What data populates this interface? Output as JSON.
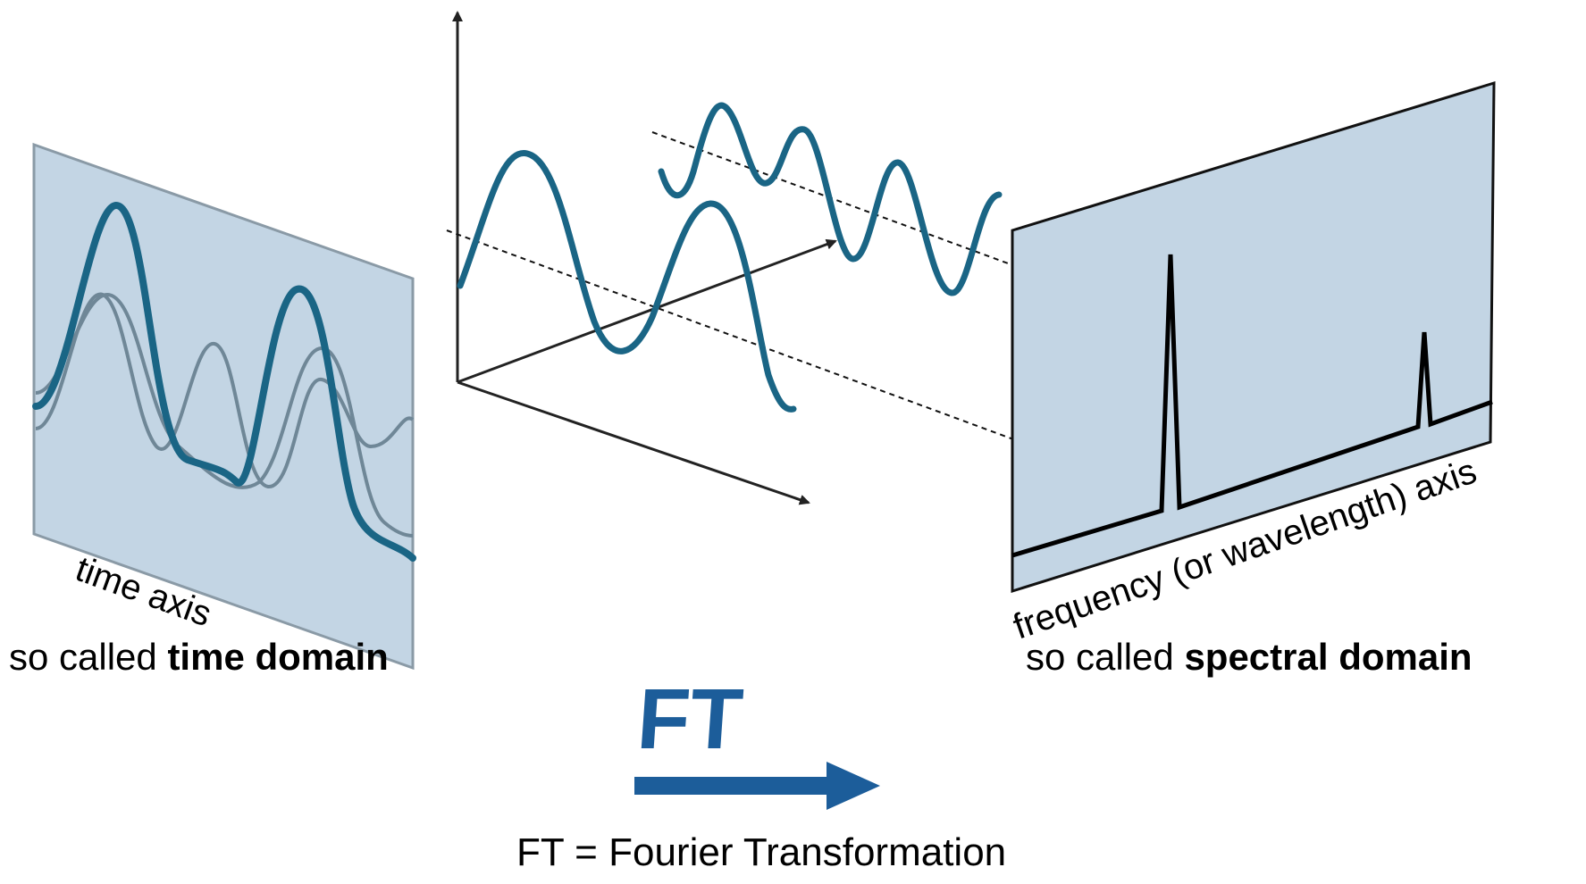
{
  "labels": {
    "time_axis": "time axis",
    "frequency_axis": "frequency (or wavelength) axis",
    "time_domain_prefix": "so called ",
    "time_domain_bold": "time domain",
    "spectral_domain_prefix": "so called ",
    "spectral_domain_bold": "spectral domain",
    "ft_arrow_label": "FT",
    "ft_definition": "FT = Fourier Transformation"
  },
  "colors": {
    "panel_fill": "#c3d5e4",
    "wave_dark": "#1a6585",
    "wave_light": "#6f8797",
    "ft_arrow": "#1c5d9a",
    "axis": "#222222"
  }
}
